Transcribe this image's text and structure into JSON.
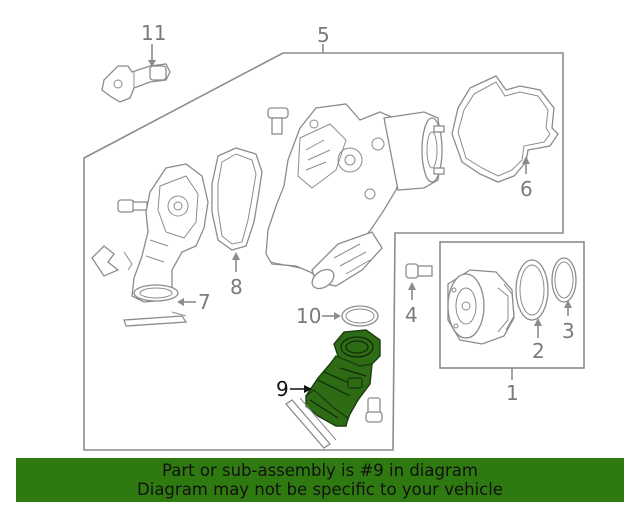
{
  "colors": {
    "highlight": "#2e6b15",
    "banner_bg": "#2f7a10",
    "line_gray": "#8c8c8c",
    "label_gray": "#7a7a7a"
  },
  "labels": {
    "p1": "1",
    "p2": "2",
    "p3": "3",
    "p4": "4",
    "p5": "5",
    "p6": "6",
    "p7": "7",
    "p8": "8",
    "p9": "9",
    "p10": "10",
    "p11": "11"
  },
  "highlighted_part": "9",
  "banner": {
    "line1": "Part or sub-assembly is #9 in diagram",
    "line2": "Diagram may not be specific to your vehicle"
  }
}
